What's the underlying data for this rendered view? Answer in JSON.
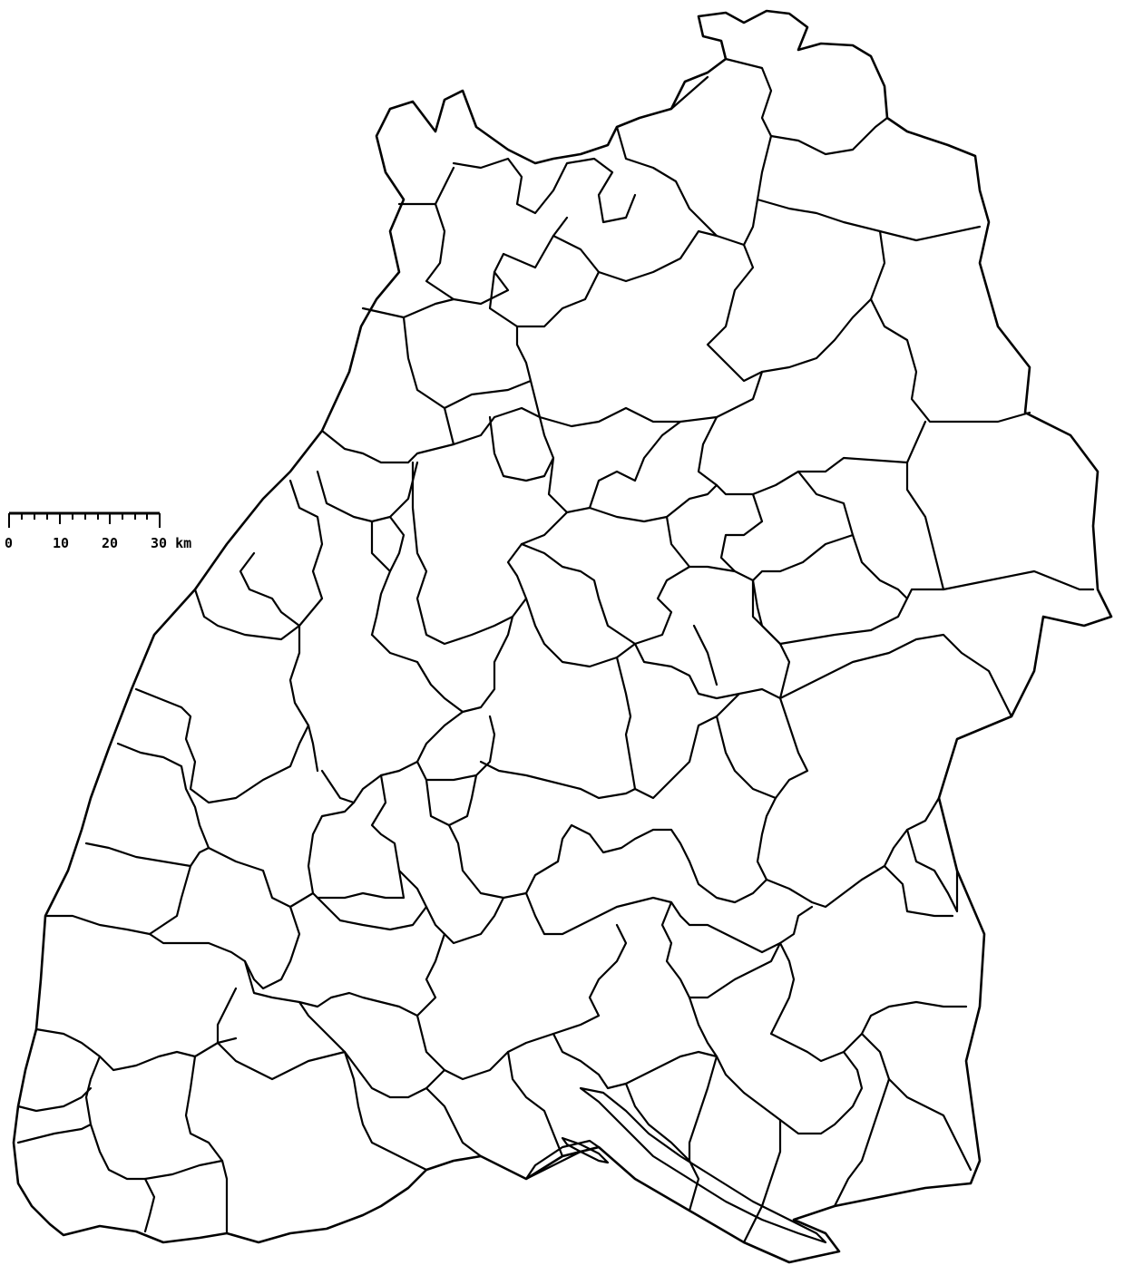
{
  "map": {
    "scale_bar": {
      "labels": [
        "0",
        "10",
        "20",
        "30 km"
      ]
    }
  }
}
